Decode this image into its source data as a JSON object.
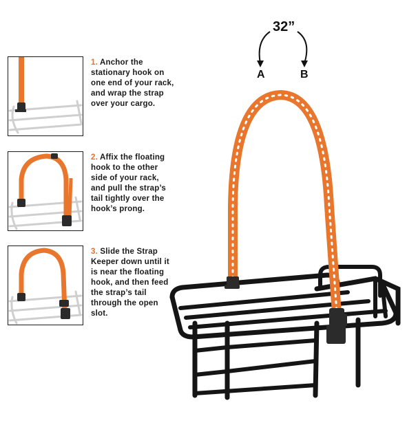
{
  "dimension": {
    "length_label": "32”",
    "end_a": "A",
    "end_b": "B"
  },
  "steps": [
    {
      "number": "1.",
      "text": "Anchor the stationary hook on one end of your rack, and wrap the strap over your cargo."
    },
    {
      "number": "2.",
      "text": "Affix the floating hook to the other side of your rack, and pull the strap’s tail tightly over the hook’s prong."
    },
    {
      "number": "3.",
      "text_before": "Slide the ",
      "text_bold": "Strap Keeper",
      "text_after": " down until it is near the floating hook, and then feed the strap’s tail through the open slot."
    }
  ],
  "colors": {
    "strap": "#e8762d",
    "rack": "#151515",
    "hook": "#2b2b2b",
    "step_number": "#e0732a"
  }
}
